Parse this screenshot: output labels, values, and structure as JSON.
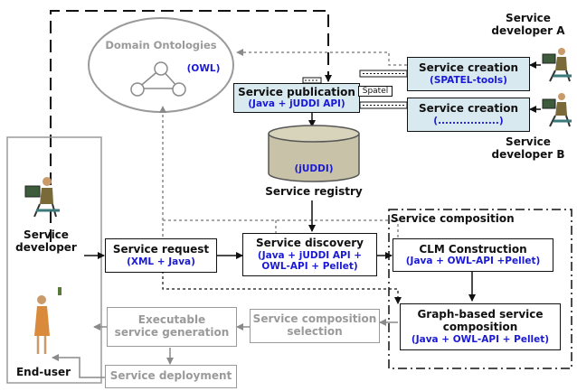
{
  "colors": {
    "blue_text": "#1a1ad6",
    "panel_fill": "#d9e9f0",
    "grey": "#9a9a9a",
    "registry_fill": "#c8c3a8"
  },
  "ontology": {
    "title": "Domain Ontologies",
    "sub": "(OWL)"
  },
  "creation_a": {
    "title": "Service creation",
    "sub": "(SPATEL-tools)"
  },
  "creation_b": {
    "title": "Service creation",
    "sub": "(.................)"
  },
  "publication": {
    "title": "Service publication",
    "sub": "(Java + jUDDI API)",
    "tag": "Spatel"
  },
  "registry": {
    "sub": "(jUDDI)",
    "label": "Service registry"
  },
  "actors": {
    "dev_a": "Service developer A",
    "dev_b": "Service developer B",
    "developer": "Service developer",
    "end_user": "End-user"
  },
  "request": {
    "title": "Service request",
    "sub": "(XML + Java)"
  },
  "discovery": {
    "title": "Service discovery",
    "sub1": "(Java + jUDDI API +",
    "sub2": "OWL-API + Pellet)"
  },
  "composition_group": {
    "label": "Service composition"
  },
  "clm": {
    "title": "CLM Construction",
    "sub": "(Java + OWL-API +Pellet)"
  },
  "graph": {
    "title1": "Graph-based service",
    "title2": "composition",
    "sub": "(Java + OWL-API + Pellet)"
  },
  "selection": {
    "line1": "Service composition",
    "line2": "selection"
  },
  "executable": {
    "line1": "Executable",
    "line2": "service generation"
  },
  "deployment": {
    "title": "Service deployment"
  }
}
